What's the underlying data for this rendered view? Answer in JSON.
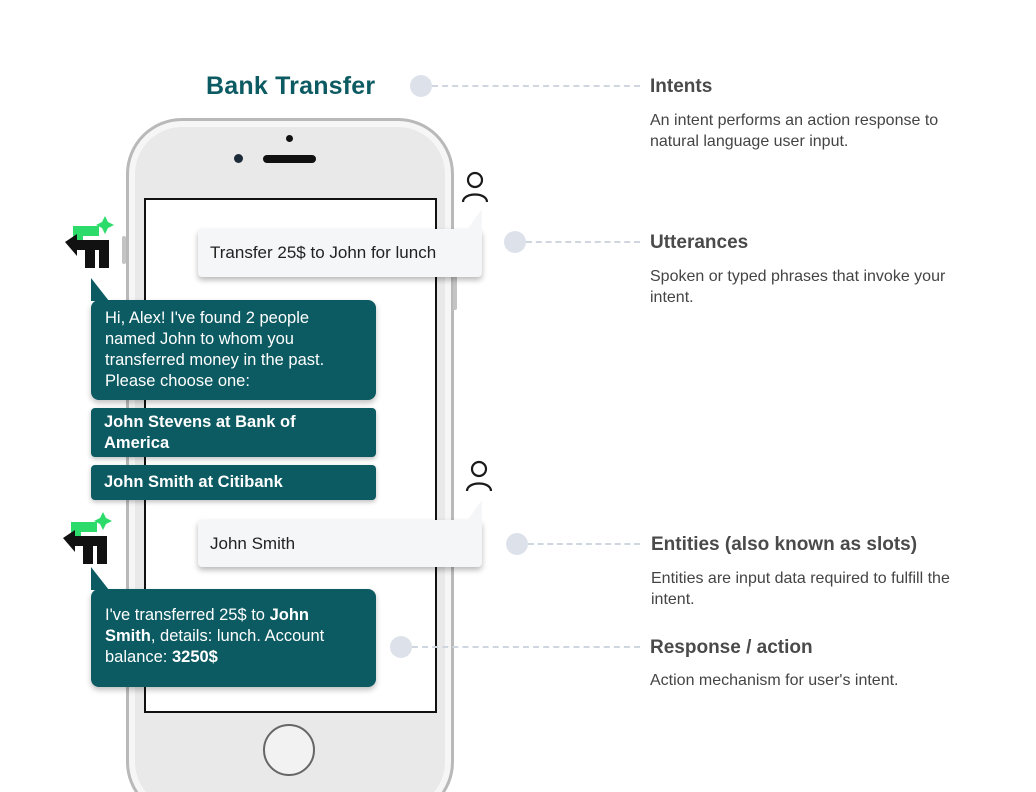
{
  "title": "Bank Transfer",
  "messages": {
    "user_1": "Transfer 25$ to John for lunch",
    "bot_1": "Hi, Alex! I've found 2 people named John to whom you transferred money in the past. Please choose one:",
    "option_1": "John Stevens at Bank of America",
    "option_2": "John Smith at Citibank",
    "user_2": "John Smith",
    "bot_2": {
      "part1": "I've transferred 25$ to ",
      "bold1": "John Smith",
      "part2": ", details: lunch. Account balance: ",
      "bold2": "3250$"
    }
  },
  "callouts": {
    "intents": {
      "title": "Intents",
      "desc": "An intent performs an action response to natural language user input."
    },
    "utterances": {
      "title": "Utterances",
      "desc": "Spoken or typed phrases that invoke your intent."
    },
    "entities": {
      "title": "Entities (also known as slots)",
      "desc": "Entities are input data required to fulfill the intent."
    },
    "response": {
      "title": "Response / action",
      "desc": "Action mechanism for user's intent."
    }
  },
  "icons": {
    "bot": "bot-logo-icon",
    "user": "user-icon"
  },
  "colors": {
    "brand_teal": "#0c5a62",
    "bot_accent_green": "#2ddb6a",
    "callout_dot": "#dde2ea"
  }
}
